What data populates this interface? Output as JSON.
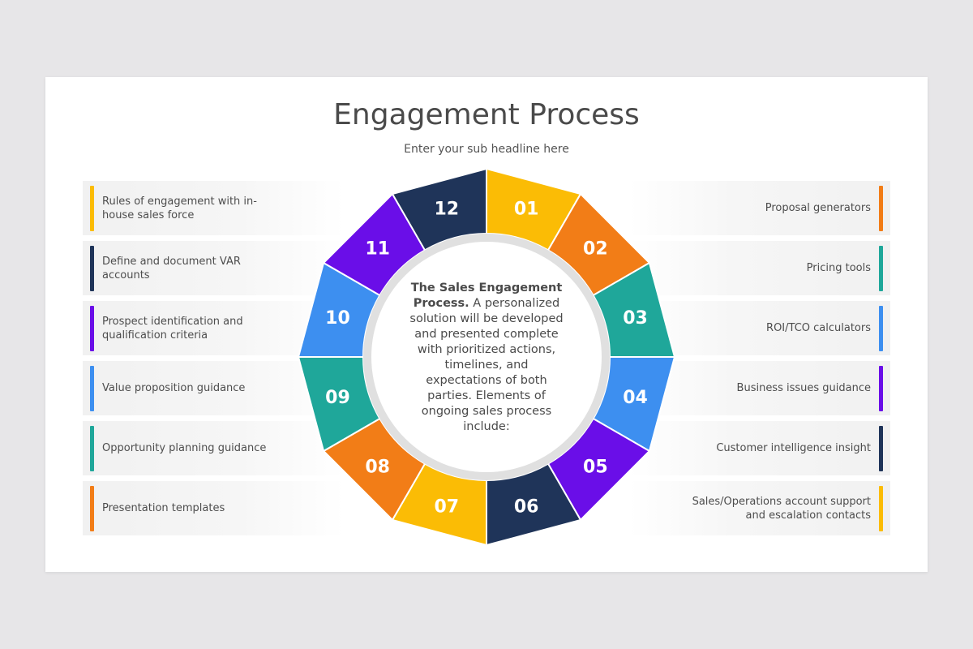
{
  "title": "Engagement Process",
  "subtitle": "Enter your sub headline here",
  "center": {
    "bold": "The Sales Engagement Process.",
    "text": " A personalized solution will be developed and presented complete with prioritized actions, timelines, and expectations of both parties. Elements of ongoing sales process include:"
  },
  "segments": [
    {
      "num": "01",
      "color": "#fbbc05"
    },
    {
      "num": "02",
      "color": "#f27d17"
    },
    {
      "num": "03",
      "color": "#1fa79a"
    },
    {
      "num": "04",
      "color": "#3d8ff0"
    },
    {
      "num": "05",
      "color": "#6a0ee8"
    },
    {
      "num": "06",
      "color": "#1f3459"
    },
    {
      "num": "07",
      "color": "#fbbc05"
    },
    {
      "num": "08",
      "color": "#f27d17"
    },
    {
      "num": "09",
      "color": "#1fa79a"
    },
    {
      "num": "10",
      "color": "#3d8ff0"
    },
    {
      "num": "11",
      "color": "#6a0ee8"
    },
    {
      "num": "12",
      "color": "#1f3459"
    }
  ],
  "left_items": [
    {
      "text": "Rules of engagement with in-house sales force",
      "color": "#fbbc05"
    },
    {
      "text": "Define and document VAR accounts",
      "color": "#1f3459"
    },
    {
      "text": "Prospect identification and qualification criteria",
      "color": "#6a0ee8"
    },
    {
      "text": "Value proposition guidance",
      "color": "#3d8ff0"
    },
    {
      "text": "Opportunity planning guidance",
      "color": "#1fa79a"
    },
    {
      "text": "Presentation templates",
      "color": "#f27d17"
    }
  ],
  "right_items": [
    {
      "text": "Proposal generators",
      "color": "#f27d17"
    },
    {
      "text": "Pricing tools",
      "color": "#1fa79a"
    },
    {
      "text": "ROI/TCO calculators",
      "color": "#3d8ff0"
    },
    {
      "text": "Business issues guidance",
      "color": "#6a0ee8"
    },
    {
      "text": "Customer intelligence insight",
      "color": "#1f3459"
    },
    {
      "text": "Sales/Operations account support and escalation contacts",
      "color": "#fbbc05"
    }
  ]
}
